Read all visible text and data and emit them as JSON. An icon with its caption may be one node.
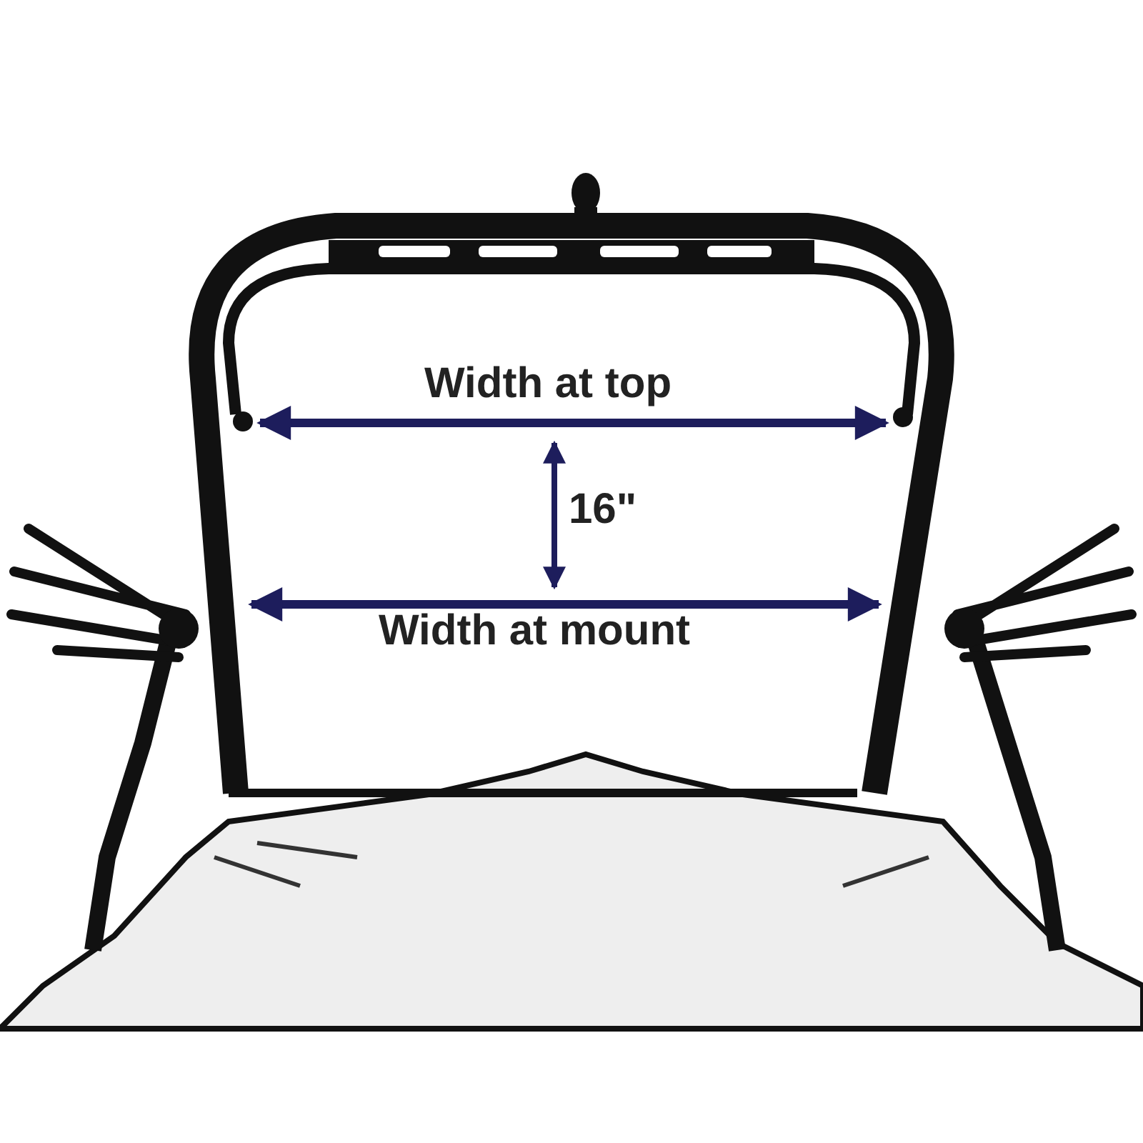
{
  "diagram": {
    "labels": [
      "Width at top",
      "16\"",
      "Width at mount"
    ]
  }
}
